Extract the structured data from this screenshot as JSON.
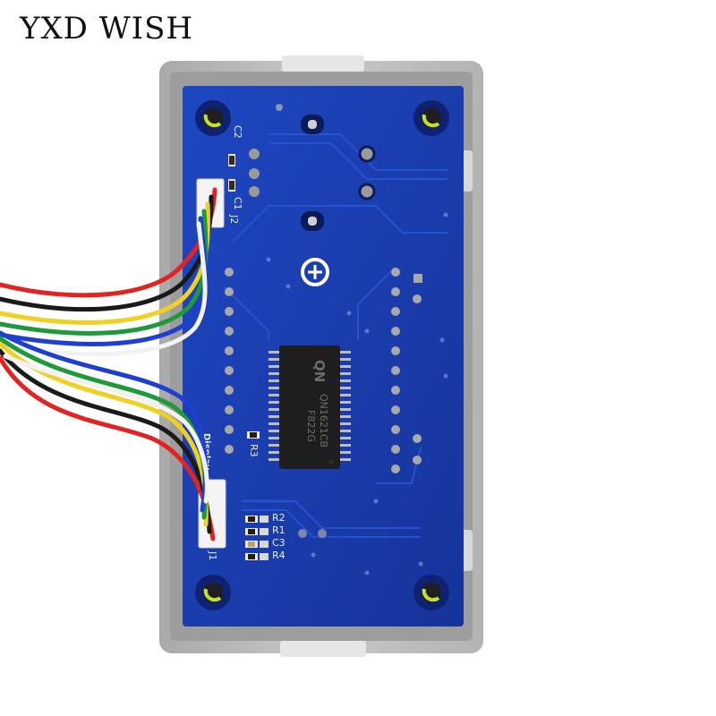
{
  "brand": {
    "watermark": "YXD WISH"
  },
  "board": {
    "chip_marking_line1": "QN1621CB",
    "chip_marking_line2": "F822G",
    "silkscreen": {
      "c2": "C2",
      "c1": "C1",
      "j2": "J2",
      "display": "Display",
      "r3": "R3",
      "r2": "R2",
      "r1": "R1",
      "c3": "C3",
      "r4": "R4",
      "j1": "J1"
    }
  },
  "colors": {
    "pcb": "#1b3fb0",
    "frame": "#bfbfbf",
    "wire_red": "#e32222",
    "wire_black": "#1a1a1a",
    "wire_yellow": "#f0d020",
    "wire_green": "#1f9a3a",
    "wire_blue": "#1f3fd0",
    "wire_white": "#f2f2f2"
  }
}
